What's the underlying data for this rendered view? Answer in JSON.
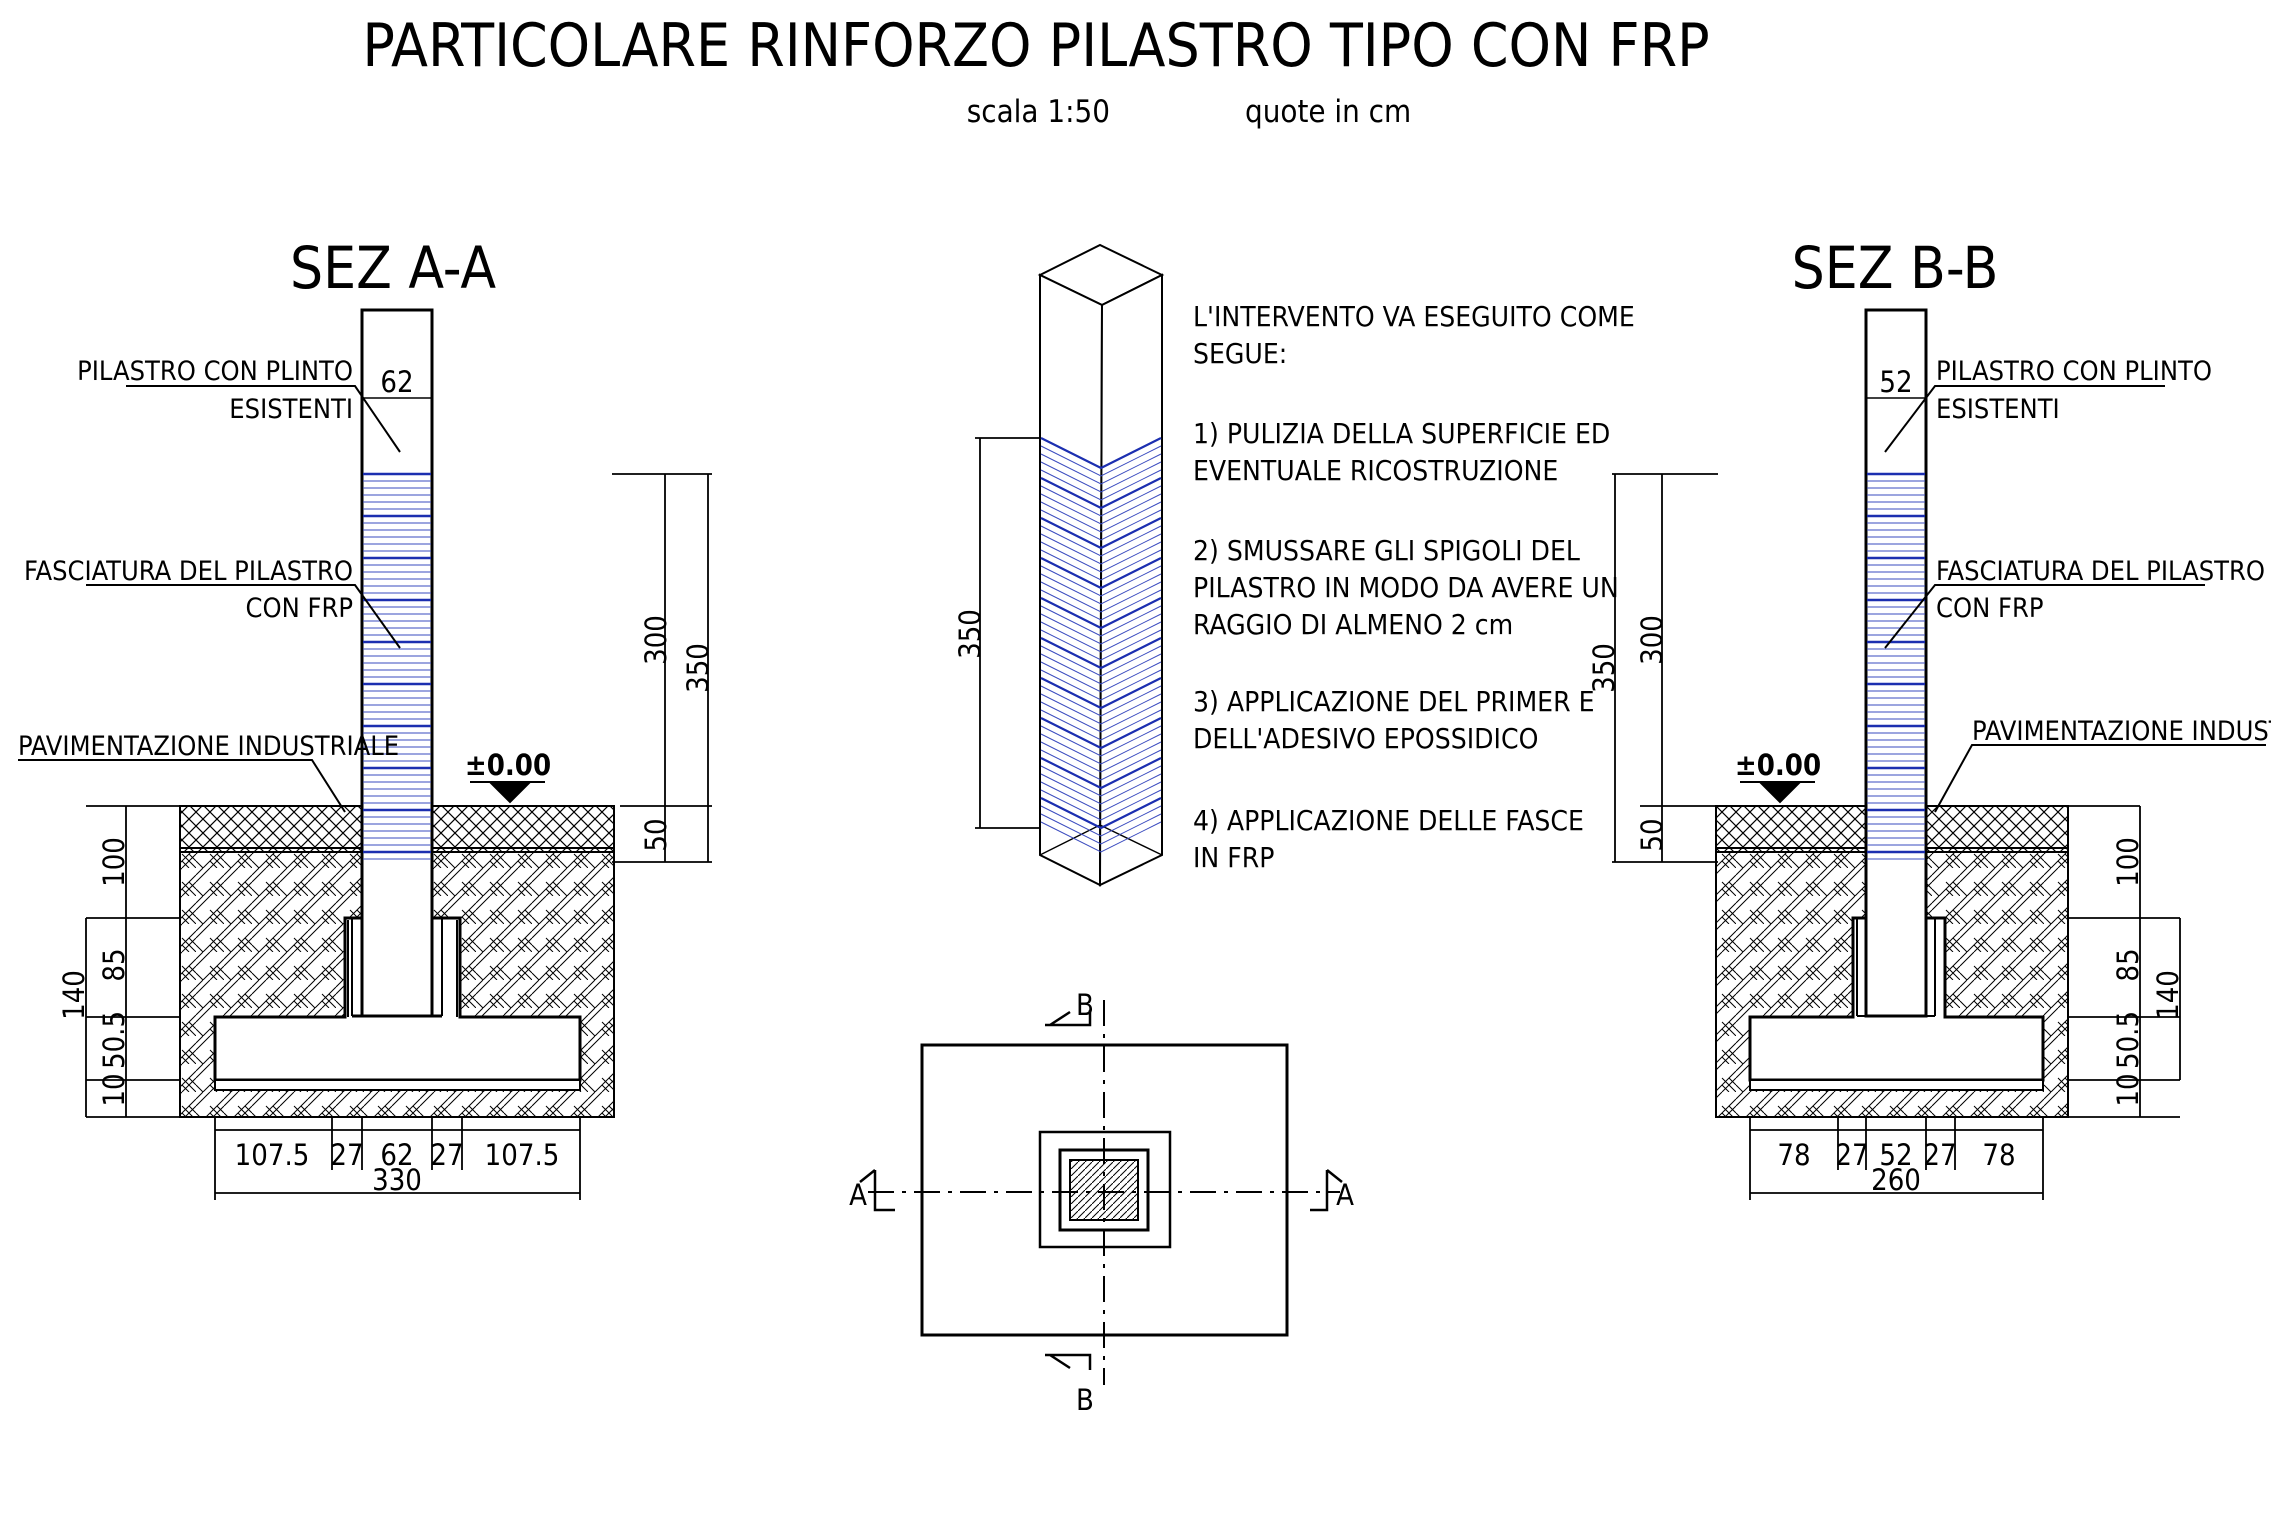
{
  "header": {
    "title": "PARTICOLARE RINFORZO PILASTRO TIPO CON FRP",
    "subtitle_scale": "scala 1:50",
    "subtitle_units": "quote in cm"
  },
  "section_aa": {
    "title": "SEZ A-A",
    "label_column_line1": "PILASTRO CON PLINTO",
    "label_column_line2": "ESISTENTI",
    "label_wrap_line1": "FASCIATURA DEL PILASTRO",
    "label_wrap_line2": "CON FRP",
    "label_floor": "PAVIMENTAZIONE INDUSTRIALE",
    "level": "±0.00",
    "dim_column_width": "62",
    "dim_300": "300",
    "dim_350": "350",
    "dim_50": "50",
    "dim_100": "100",
    "dim_140": "140",
    "dim_85": "85",
    "dim_50_5": "50.5",
    "dim_10": "10",
    "dim_bottom": [
      "107.5",
      "27",
      "62",
      "27",
      "107.5"
    ],
    "dim_total": "330"
  },
  "section_bb": {
    "title": "SEZ B-B",
    "label_column_line1": "PILASTRO CON PLINTO",
    "label_column_line2": "ESISTENTI",
    "label_wrap_line1": "FASCIATURA DEL PILASTRO",
    "label_wrap_line2": "CON FRP",
    "label_floor": "PAVIMENTAZIONE INDUSTRIALE",
    "level": "±0.00",
    "dim_column_width": "52",
    "dim_350": "350",
    "dim_300": "300",
    "dim_50": "50",
    "dim_100": "100",
    "dim_85": "85",
    "dim_140": "140",
    "dim_50_5": "50.5",
    "dim_10": "10",
    "dim_bottom": [
      "78",
      "27",
      "52",
      "27",
      "78"
    ],
    "dim_total": "260"
  },
  "axonometric": {
    "dim_height": "350"
  },
  "instructions": {
    "intro_line1": "L'INTERVENTO VA ESEGUITO COME",
    "intro_line2": "SEGUE:",
    "step1_line1": "1) PULIZIA DELLA SUPERFICIE ED",
    "step1_line2": "EVENTUALE RICOSTRUZIONE",
    "step2_line1": "2) SMUSSARE GLI SPIGOLI DEL",
    "step2_line2": "PILASTRO IN MODO DA AVERE UN",
    "step2_line3": "RAGGIO DI ALMENO 2 cm",
    "step3_line1": "3) APPLICAZIONE DEL PRIMER E",
    "step3_line2": "DELL'ADESIVO EPOSSIDICO",
    "step4_line1": "4) APPLICAZIONE DELLE FASCE",
    "step4_line2": "IN FRP"
  },
  "plan": {
    "cut_a_left": "A",
    "cut_a_right": "A",
    "cut_b_top": "B",
    "cut_b_bottom": "B"
  },
  "colors": {
    "line": "#000000",
    "frp_wrap": "#1c2fb0"
  }
}
